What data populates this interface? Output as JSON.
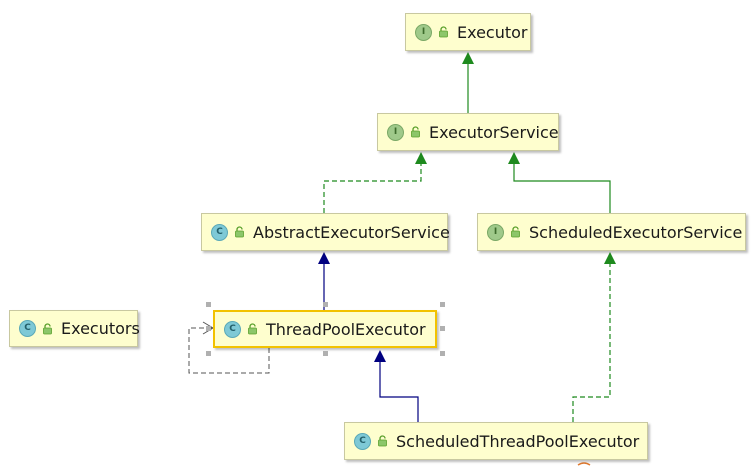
{
  "diagram": {
    "nodes": {
      "executor": {
        "kind": "I",
        "label": "Executor"
      },
      "executor_service": {
        "kind": "I",
        "label": "ExecutorService"
      },
      "abstract_executor_service": {
        "kind": "C",
        "label": "AbstractExecutorService"
      },
      "scheduled_executor_service": {
        "kind": "I",
        "label": "ScheduledExecutorService"
      },
      "executors": {
        "kind": "C",
        "label": "Executors"
      },
      "thread_pool_executor": {
        "kind": "C",
        "label": "ThreadPoolExecutor"
      },
      "scheduled_thread_pool_executor": {
        "kind": "C",
        "label": "ScheduledThreadPoolExecutor"
      }
    },
    "colors": {
      "node_fill": "#fefece",
      "interface_edge": "#1e8a1e",
      "class_edge": "#000080",
      "selection": "#f2c200"
    }
  }
}
